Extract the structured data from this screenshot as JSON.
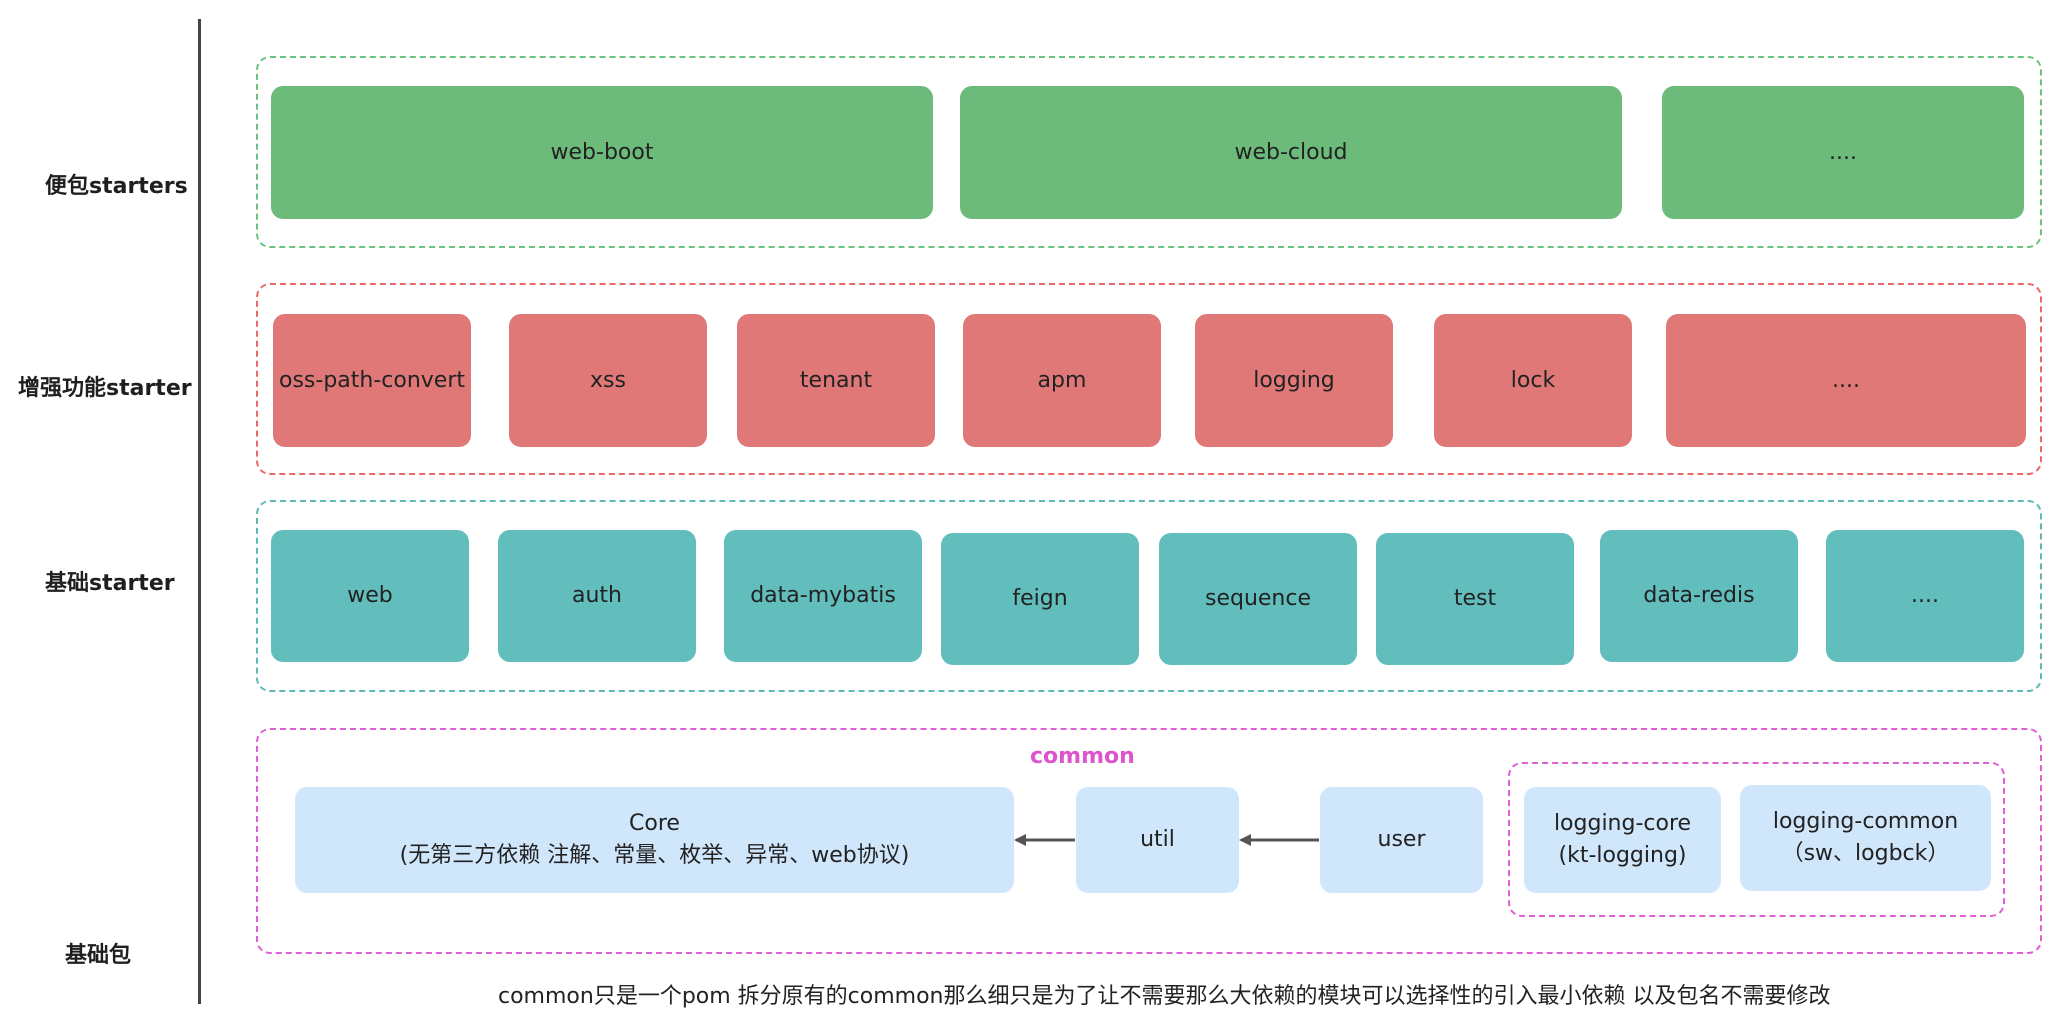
{
  "layers": {
    "starters": "便包starters",
    "enhanced": "增强功能starter",
    "basic": "基础starter",
    "base": "基础包"
  },
  "convenience_starters": [
    "web-boot",
    "web-cloud",
    "...."
  ],
  "enhanced_starters": [
    "oss-path-convert",
    "xss",
    "tenant",
    "apm",
    "logging",
    "lock",
    "...."
  ],
  "basic_starters": [
    "web",
    "auth",
    "data-mybatis",
    "feign",
    "sequence",
    "test",
    "data-redis",
    "...."
  ],
  "common": {
    "title": "common",
    "core": {
      "line1": "Core",
      "line2": "(无第三方依赖 注解、常量、枚举、异常、web协议)"
    },
    "util": "util",
    "user": "user",
    "logging_core": {
      "line1": "logging-core",
      "line2": "(kt-logging)"
    },
    "logging_common": {
      "line1": "logging-common",
      "line2": "（sw、logbck）"
    }
  },
  "footnote": "common只是一个pom  拆分原有的common那么细只是为了让不需要那么大依赖的模块可以选择性的引入最小依赖 以及包名不需要修改",
  "colors": {
    "green": "#6dbb7b",
    "green_border": "#6cc27f",
    "red": "#e07878",
    "red_border": "#ea6868",
    "teal": "#62bdbd",
    "teal_border": "#5cbab3",
    "blue": "#d0e6fb",
    "magenta_border": "#e05fd5"
  }
}
